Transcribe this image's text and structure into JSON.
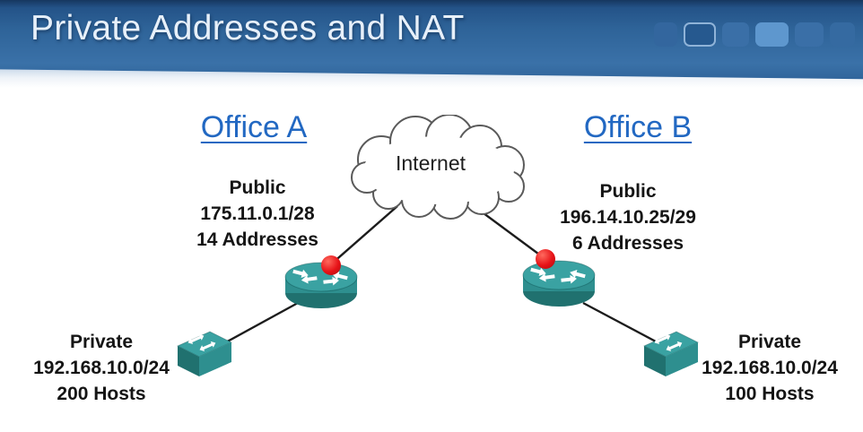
{
  "slide": {
    "title": "Private Addresses and NAT"
  },
  "colors": {
    "header_top": "#16375f",
    "header_blue": "#2e6398",
    "header_blue_light": "#3a71a8",
    "title_text": "#e7f0fa",
    "office_heading": "#2268c2",
    "label_black": "#151515",
    "device_teal": "#2e8f8f",
    "device_teal_top": "#3aa2a2",
    "device_teal_dark": "#20716f",
    "nat_red": "#e71318",
    "line_color": "#1c1c1c",
    "cloud_stroke": "#5a5a5a"
  },
  "header": {
    "deco_squares": [
      {
        "color": "#33669e",
        "width": 26
      },
      {
        "color": "#26598f",
        "width": 36,
        "outlined": true
      },
      {
        "color": "#3a6fa7",
        "width": 30
      },
      {
        "color": "#5e97ce",
        "width": 37
      },
      {
        "color": "#3a6fa7",
        "width": 32
      },
      {
        "color": "#356aa1",
        "width": 28
      }
    ]
  },
  "internet": {
    "label": "Internet"
  },
  "office_a": {
    "heading": "Office A",
    "public": {
      "label": "Public",
      "address": "175.11.0.1/28",
      "capacity": "14 Addresses"
    },
    "private": {
      "label": "Private",
      "address": "192.168.10.0/24",
      "capacity": "200 Hosts"
    }
  },
  "office_b": {
    "heading": "Office B",
    "public": {
      "label": "Public",
      "address": "196.14.10.25/29",
      "capacity": "6 Addresses"
    },
    "private": {
      "label": "Private",
      "address": "192.168.10.0/24",
      "capacity": "100 Hosts"
    }
  }
}
